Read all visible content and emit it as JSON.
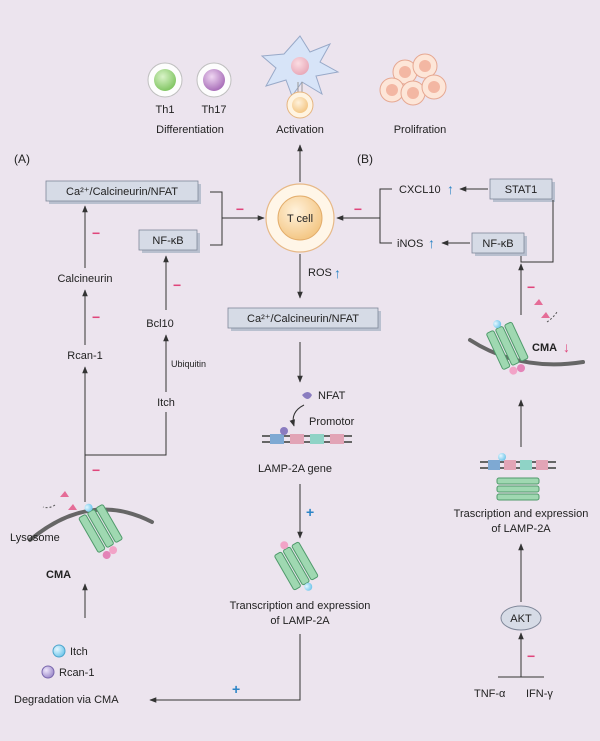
{
  "top": {
    "th1": "Th1",
    "th17": "Th17",
    "differentiation": "Differentiation",
    "activation": "Activation",
    "proliferation": "Prolifration"
  },
  "panels": {
    "a": "(A)",
    "b": "(B)"
  },
  "signs": {
    "minus": "−",
    "plus": "+",
    "up": "↑",
    "down": "↓"
  },
  "center": {
    "t_cell": "T cell",
    "ros": "ROS",
    "ca_nfat": "Ca²⁺/Calcineurin/NFAT",
    "nfat": "NFAT",
    "promotor": "Promotor",
    "lamp2a_gene": "LAMP-2A gene",
    "transcription_line1": "Transcription and expression",
    "transcription_line2": "of LAMP-2A"
  },
  "panel_a": {
    "ca_nfat": "Ca²⁺/Calcineurin/NFAT",
    "nfkb": "NF-κB",
    "calcineurin": "Calcineurin",
    "rcan1": "Rcan-1",
    "bcl10": "Bcl10",
    "ubiquitin": "Ubiquitin",
    "itch": "Itch",
    "lysosome": "Lysosome",
    "cma": "CMA",
    "degradation": "Degradation via CMA"
  },
  "panel_b": {
    "stat1": "STAT1",
    "nfkb": "NF-κB",
    "cxcl10": "CXCL10",
    "inos": "iNOS",
    "cma": "CMA",
    "transcription_line1": "Trascription and expression",
    "transcription_line2": "of LAMP-2A",
    "akt": "AKT",
    "tnf": "TNF-α",
    "ifn": "IFN-γ"
  }
}
